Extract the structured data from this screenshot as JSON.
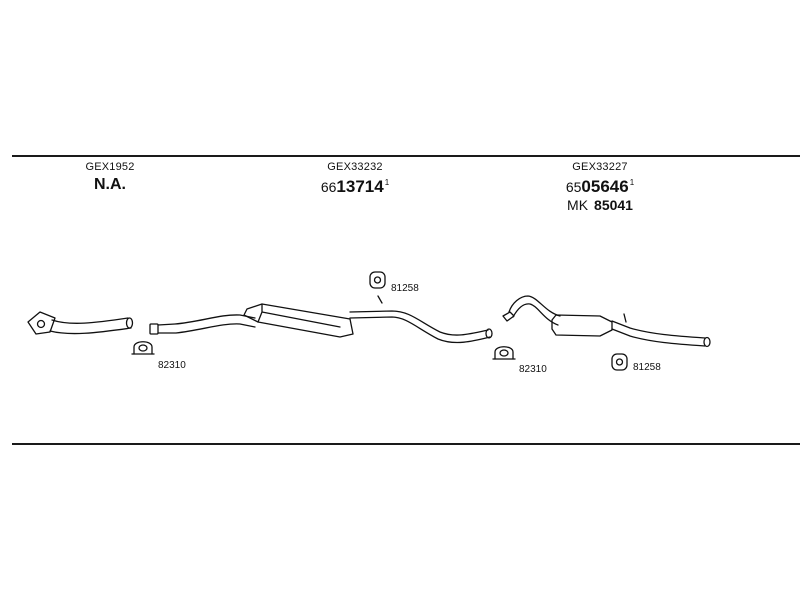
{
  "columns": [
    {
      "code": "GEX1952",
      "main": "N.A."
    },
    {
      "code": "GEX33232",
      "prefix": "66",
      "number": "13714",
      "sup": "1"
    },
    {
      "code": "GEX33227",
      "prefix": "65",
      "number": "05646",
      "sup": "1",
      "sub_prefix": "MK",
      "sub_number": "85041"
    }
  ],
  "part_labels": {
    "clamp_left": "82310",
    "clamp_right": "82310",
    "hanger_top": "81258",
    "hanger_right": "81258"
  }
}
